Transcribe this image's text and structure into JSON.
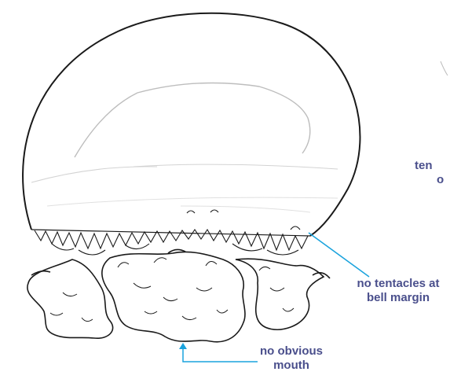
{
  "colors": {
    "label_text": "#4a4f8c",
    "leader_line": "#1aa3dd",
    "outline": "#1a1a1a",
    "faint_stroke": "#bdbdbd",
    "background": "#ffffff"
  },
  "annotations": {
    "cut_off_label": {
      "line1": "ten",
      "line2": "o"
    },
    "tentacles_label": {
      "line1": "no tentacles at",
      "line2": "bell margin"
    },
    "mouth_label": {
      "line1": "no obvious",
      "line2": "mouth"
    }
  },
  "illustration": {
    "subject": "jellyfish",
    "parts": [
      "bell",
      "bell-margin-fringe",
      "oral-arms",
      "edge-sketch"
    ]
  }
}
